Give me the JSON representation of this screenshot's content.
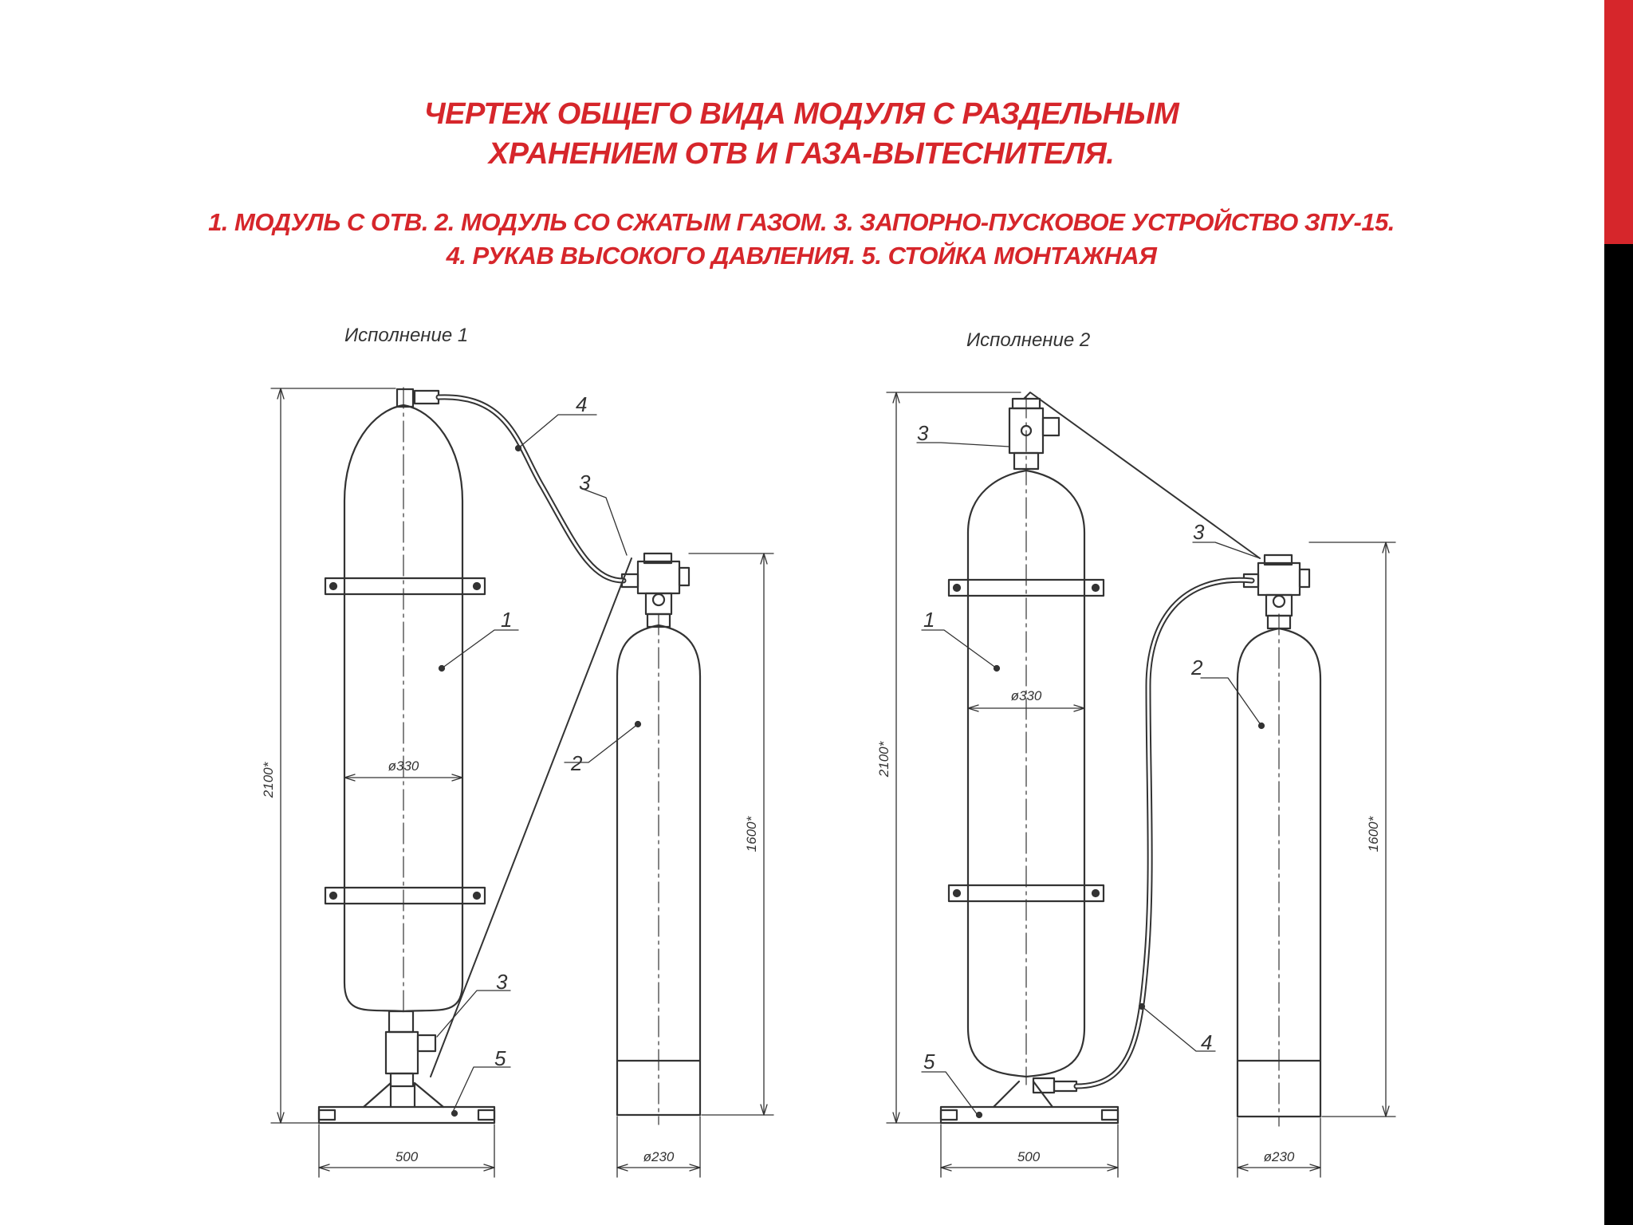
{
  "slide": {
    "title_lines": [
      "ЧЕРТЕЖ ОБЩЕГО ВИДА МОДУЛЯ С РАЗДЕЛЬНЫМ",
      "ХРАНЕНИЕМ ОТВ И ГАЗА-ВЫТЕСНИТЕЛЯ."
    ],
    "legend_lines": [
      "1. МОДУЛЬ С ОТВ. 2. МОДУЛЬ СО СЖАТЫМ ГАЗОМ. 3. ЗАПОРНО-ПУСКОВОЕ УСТРОЙСТВО ЗПУ-15.",
      "4. РУКАВ ВЫСОКОГО ДАВЛЕНИЯ. 5. СТОЙКА МОНТАЖНАЯ"
    ]
  },
  "drawing": {
    "version1": {
      "heading": "Исполнение 1",
      "callouts": {
        "c1": "1",
        "c2": "2",
        "c3a": "3",
        "c3b": "3",
        "c4": "4",
        "c5": "5"
      },
      "dims": {
        "height_total": "2100*",
        "diameter_module": "ø330",
        "height_gas": "1600*",
        "base_width": "500",
        "diameter_gas": "ø230"
      }
    },
    "version2": {
      "heading": "Исполнение 2",
      "callouts": {
        "c1": "1",
        "c2": "2",
        "c3a": "3",
        "c3b": "3",
        "c4": "4",
        "c5": "5"
      },
      "dims": {
        "height_total": "2100*",
        "diameter_module": "ø330",
        "height_gas": "1600*",
        "base_width": "500",
        "diameter_gas": "ø230"
      }
    }
  },
  "colors": {
    "accent": "#d6262b",
    "sidebar": "#000000",
    "line": "#333333"
  }
}
